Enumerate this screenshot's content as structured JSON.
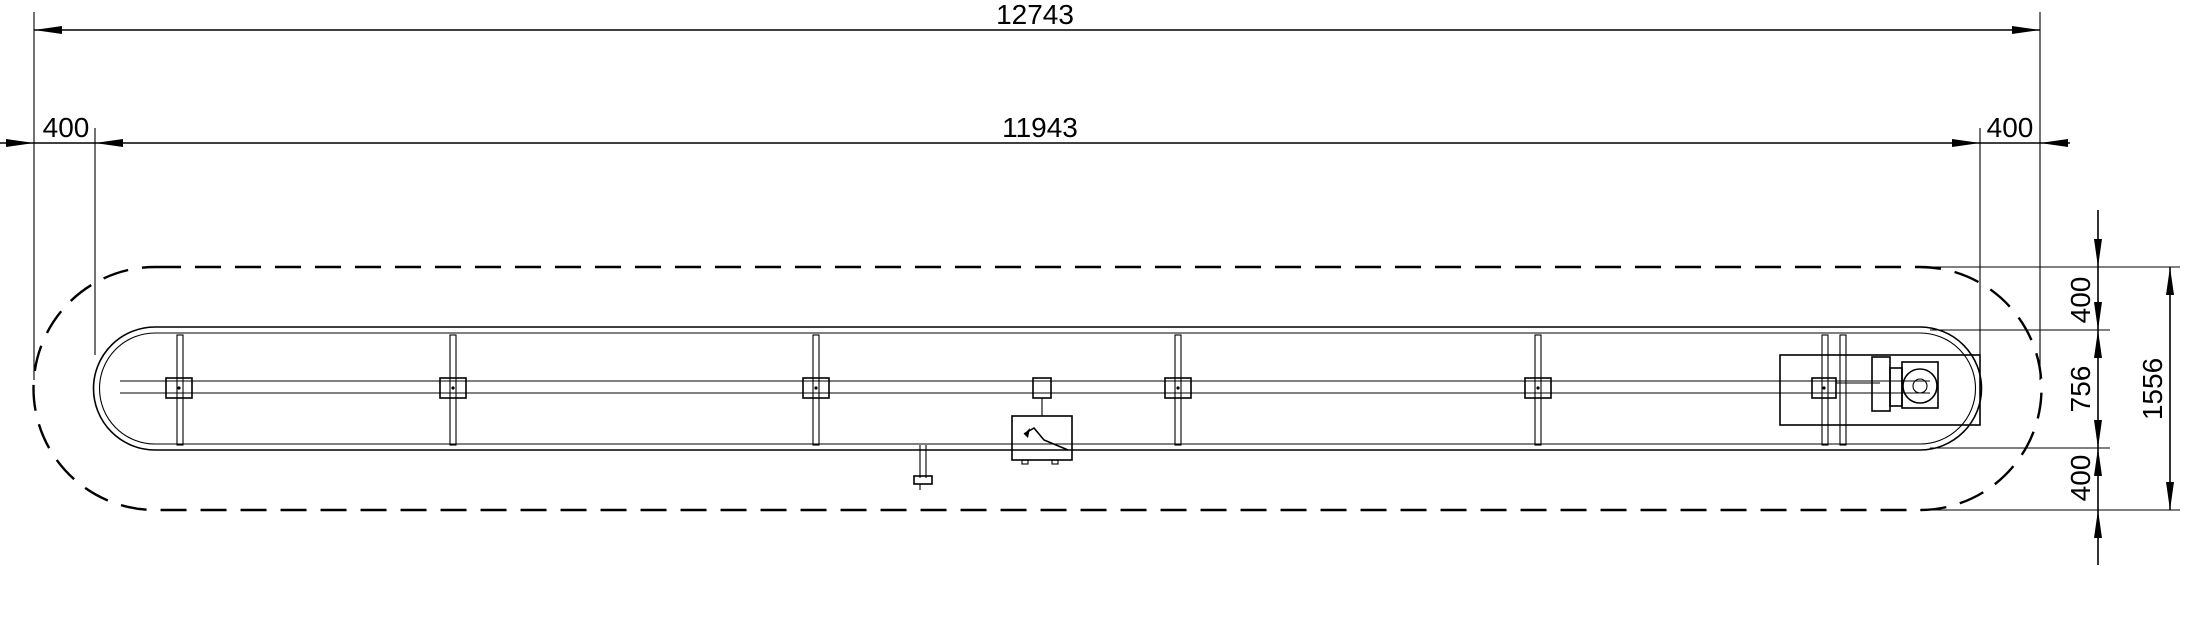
{
  "dimensions": {
    "overall_length": "12743",
    "track_length": "11943",
    "clearance_left": "400",
    "clearance_right": "400",
    "clearance_top": "400",
    "track_width": "756",
    "clearance_bottom": "400",
    "overall_width": "1556"
  },
  "components": {
    "carriers": 5,
    "hazard_symbol": "electrical-lightning-bolt"
  }
}
